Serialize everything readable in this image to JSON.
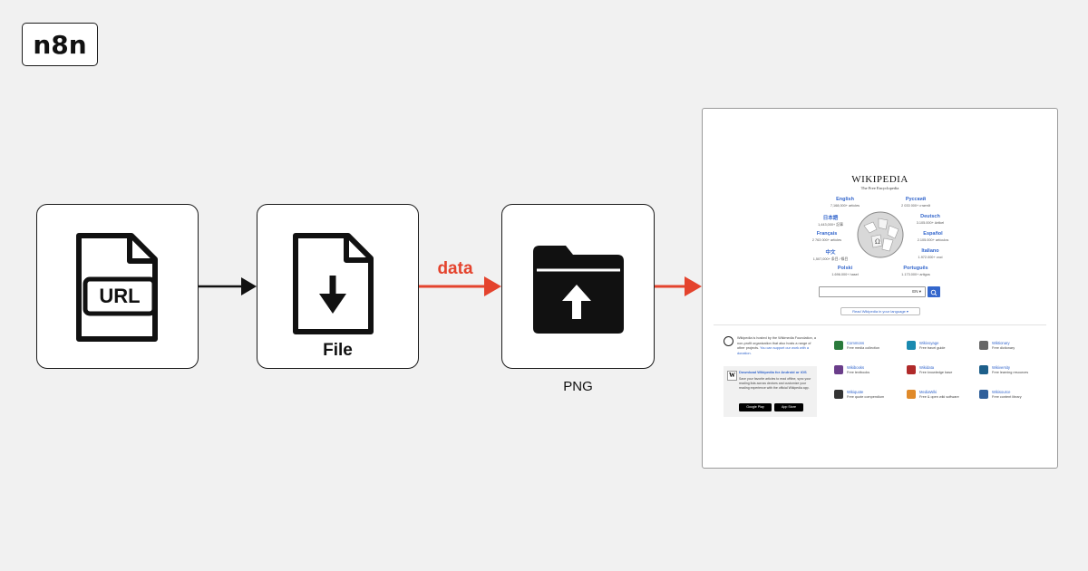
{
  "logo": "n8n",
  "nodes": {
    "url_icon_text": "URL",
    "file_label": "File",
    "png_label": "PNG"
  },
  "edges": {
    "data_label": "data"
  },
  "colors": {
    "accent": "#e4432d",
    "ink": "#111111",
    "wiki_blue": "#3366cc"
  },
  "wikipedia": {
    "title": "WIKIPEDIA",
    "subtitle": "The Free Encyclopedia",
    "languages": [
      {
        "name": "English",
        "count": "7,168,000+ articles"
      },
      {
        "name": "Русский",
        "count": "2 033 000+ статей"
      },
      {
        "name": "日本語",
        "count": "1,443,000+ 記事"
      },
      {
        "name": "Deutsch",
        "count": "3.105.000+ Artikel"
      },
      {
        "name": "Français",
        "count": "2 763 000+ articles"
      },
      {
        "name": "Español",
        "count": "2.105.000+ artículos"
      },
      {
        "name": "中文",
        "count": "1,507,000+ 条目 / 條目"
      },
      {
        "name": "Italiano",
        "count": "1.972.000+ voci"
      },
      {
        "name": "Polski",
        "count": "1.696.000+ haseł"
      },
      {
        "name": "Português",
        "count": "1.173.000+ artigos"
      }
    ],
    "search_lang": "EN ▾",
    "read_lang": "Read Wikipedia in your language ▾",
    "about": "Wikipedia is hosted by the Wikimedia Foundation, a non-profit organization that also hosts a range of other projects.",
    "about_link": "You can support our work with a donation.",
    "download_title": "Download Wikipedia for Android or iOS",
    "download_text": "Save your favorite articles to read offline, sync your reading lists across devices and customize your reading experience with the official Wikipedia app.",
    "google_play": "Google Play",
    "app_store": "App Store",
    "projects": [
      {
        "name": "Commons",
        "desc": "Free media collection",
        "color": "#2a7a3c"
      },
      {
        "name": "Wikivoyage",
        "desc": "Free travel guide",
        "color": "#1a8ab0"
      },
      {
        "name": "Wiktionary",
        "desc": "Free dictionary",
        "color": "#666666"
      },
      {
        "name": "Wikibooks",
        "desc": "Free textbooks",
        "color": "#6a3d8a"
      },
      {
        "name": "Wikidata",
        "desc": "Free knowledge base",
        "color": "#b02a2a"
      },
      {
        "name": "Wikiversity",
        "desc": "Free learning resources",
        "color": "#1d5f8a"
      },
      {
        "name": "Wikiquote",
        "desc": "Free quote compendium",
        "color": "#333333"
      },
      {
        "name": "MediaWiki",
        "desc": "Free & open wiki software",
        "color": "#e08a2a"
      },
      {
        "name": "Wikisource",
        "desc": "Free content library",
        "color": "#2f5f9a"
      }
    ]
  }
}
